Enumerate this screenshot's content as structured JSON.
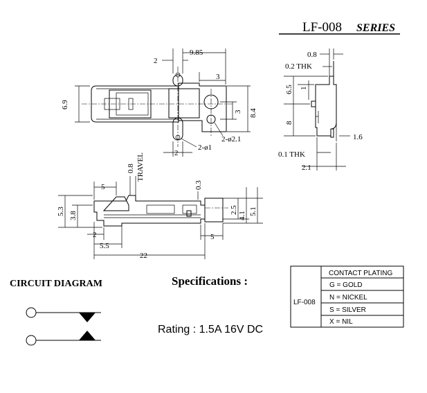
{
  "title": {
    "model": "LF-008",
    "series": "SERIES"
  },
  "dimensions": {
    "top_view": {
      "d_2": "2",
      "d_9_85": "9.85",
      "d_3_top": "3",
      "d_6_9": "6.9",
      "d_3_side": "3",
      "d_8_4": "8.4",
      "d_2_bottom": "2",
      "hole_1": "2-ø1",
      "hole_2": "2-ø2.1"
    },
    "side_view": {
      "d_0_8": "0.8",
      "thk_0_2": "0.2 THK",
      "d_6_5": "6.5",
      "d_1": "1",
      "d_8": "8",
      "d_1_6": "1.6",
      "thk_0_1": "0.1 THK",
      "d_2_1": "2.1"
    },
    "front_view": {
      "travel_value": "0.8",
      "travel_label": "TRAVEL",
      "d_0_3": "0.3",
      "d_5": "5",
      "d_5_3": "5.3",
      "d_3_8": "3.8",
      "d_2_5": "2.5",
      "d_4_1": "4.1",
      "d_5_1": "5.1",
      "d_2": "2",
      "d_5_5": "5.5",
      "d_5_right": "5",
      "d_22": "22"
    }
  },
  "circuit": {
    "heading": "CIRCUIT DIAGRAM"
  },
  "specifications": {
    "heading": "Specifications :",
    "rating": "Rating : 1.5A 16V DC"
  },
  "plating_table": {
    "model": "LF-008",
    "header": "CONTACT PLATING",
    "rows": [
      "G = GOLD",
      "N = NICKEL",
      "S = SILVER",
      "X = NIL"
    ]
  }
}
